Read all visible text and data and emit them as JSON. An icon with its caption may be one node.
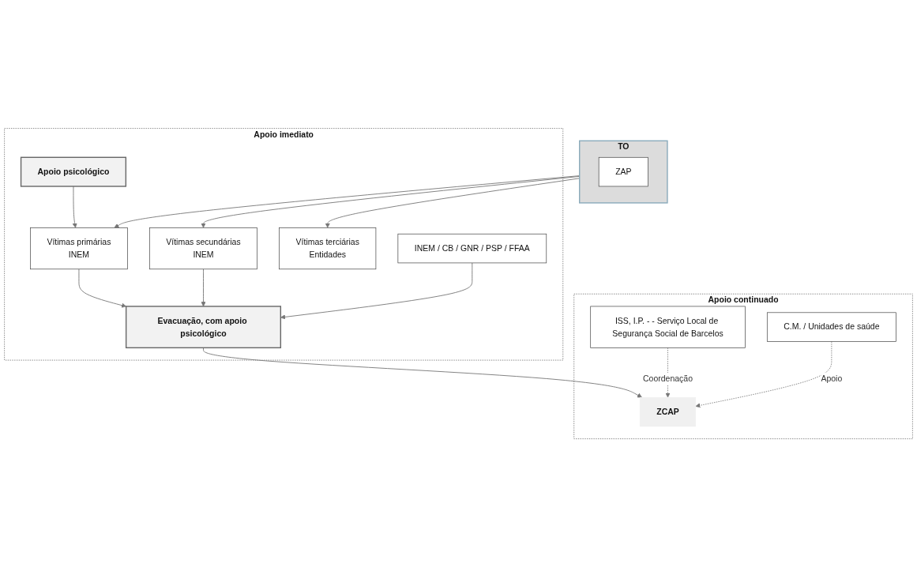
{
  "diagram": {
    "nodes": [
      {
        "text": [
          "TO"
        ]
      },
      {
        "text": [
          "ZAP"
        ],
        "in": 0
      },
      {
        "text": [
          "Apoio imediato"
        ]
      },
      {
        "text": [
          "Vítimas primárias",
          "INEM"
        ],
        "in": 2
      },
      {
        "text": [
          "Vítimas secundárias",
          "INEM"
        ],
        "in": 2
      },
      {
        "text": [
          "Vítimas terciárias",
          "Entidades"
        ],
        "in": 2
      },
      {
        "text": [
          "Apoio psicológico"
        ],
        "in": 2
      },
      {
        "text": [
          "INEM / CB / GNR / PSP / FFAA"
        ],
        "in": 2
      },
      {
        "text": [
          "Evacuação, com apoio psicológico"
        ],
        "in": 2
      },
      {
        "text": [
          "Apoio continuado"
        ]
      },
      {
        "text": [
          "ISS, I.P. - - Serviço Local de Segurança Social de Barcelos"
        ],
        "in": 9
      },
      {
        "text": [
          "ZCAP"
        ],
        "in": 9
      },
      {
        "text": [
          "C.M. / Unidades de saúde"
        ],
        "in": 9
      }
    ],
    "edges": [
      {
        "from": 0,
        "to": 3,
        "arrow": "to"
      },
      {
        "from": 0,
        "to": 4,
        "arrow": "to"
      },
      {
        "from": 0,
        "to": 5,
        "arrow": "to"
      },
      {
        "from": 6,
        "to": 3,
        "arrow": "to"
      },
      {
        "from": 3,
        "to": 8,
        "arrow": "to"
      },
      {
        "from": 4,
        "to": 8,
        "arrow": "to"
      },
      {
        "from": 7,
        "to": 8,
        "arrow": "to"
      },
      {
        "from": 8,
        "to": 11,
        "arrow": "to"
      },
      {
        "from": 10,
        "to": 11,
        "arrow": "to",
        "label": "Coordenação",
        "style": "dashed"
      },
      {
        "from": 12,
        "to": 11,
        "arrow": "to",
        "label": "Apoio",
        "style": "dashed"
      }
    ]
  }
}
